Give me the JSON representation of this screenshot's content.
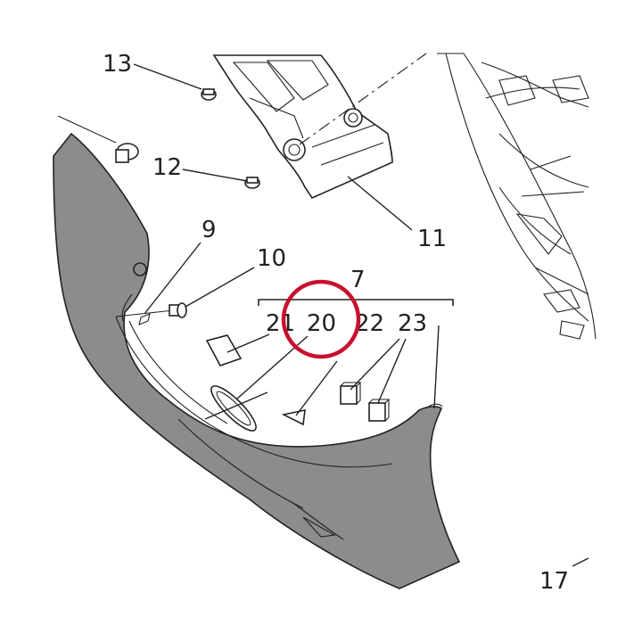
{
  "labels": {
    "l7": "7",
    "l9": "9",
    "l10": "10",
    "l11": "11",
    "l12": "12",
    "l13": "13",
    "l17": "17",
    "l20": "20",
    "l21": "21",
    "l22": "22",
    "l23": "23"
  },
  "colors": {
    "panel_fill": "#8c8c8c",
    "line": "#222222",
    "highlight": "#c8102e",
    "background": "#ffffff"
  },
  "highlight_target": "20"
}
